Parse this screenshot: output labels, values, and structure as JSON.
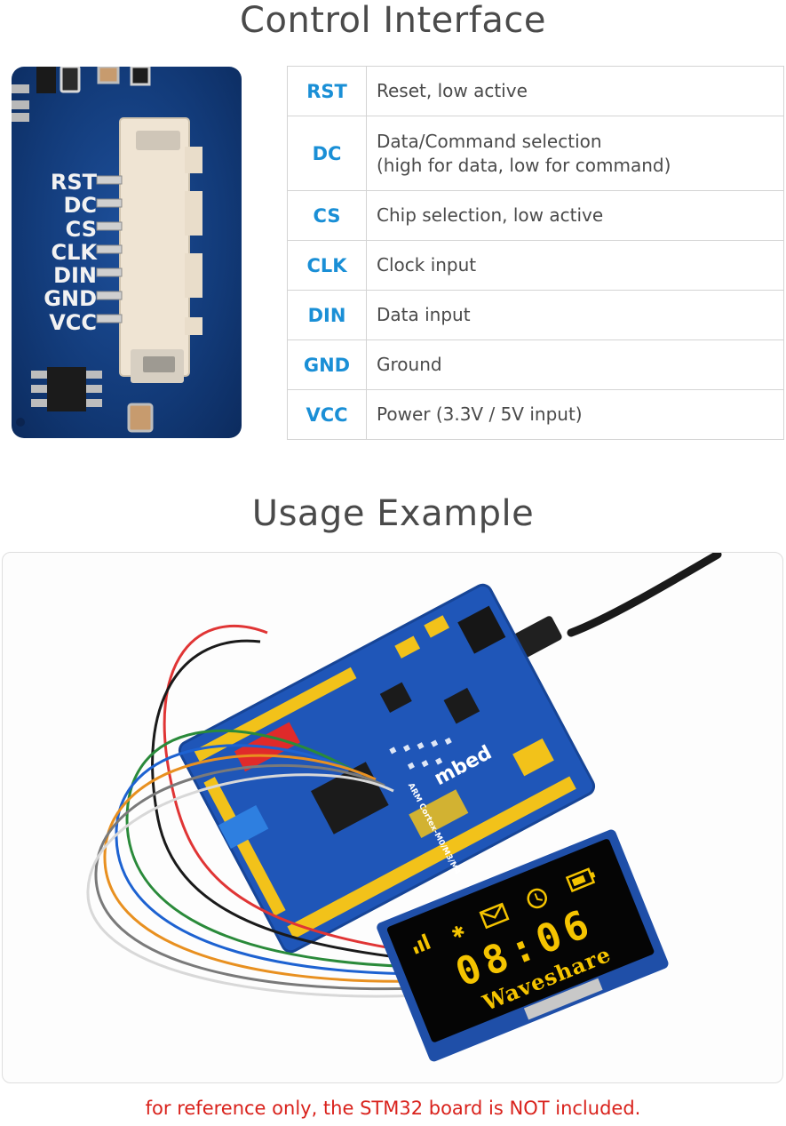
{
  "sections": {
    "control_title": "Control Interface",
    "usage_title": "Usage Example"
  },
  "pcb_labels": [
    "RST",
    "DC",
    "CS",
    "CLK",
    "DIN",
    "GND",
    "VCC"
  ],
  "pins": [
    {
      "name": "RST",
      "desc_lines": [
        "Reset, low active"
      ]
    },
    {
      "name": "DC",
      "desc_lines": [
        "Data/Command selection",
        "(high for data, low for command)"
      ]
    },
    {
      "name": "CS",
      "desc_lines": [
        "Chip selection, low active"
      ]
    },
    {
      "name": "CLK",
      "desc_lines": [
        "Clock input"
      ]
    },
    {
      "name": "DIN",
      "desc_lines": [
        "Data input"
      ]
    },
    {
      "name": "GND",
      "desc_lines": [
        "Ground"
      ]
    },
    {
      "name": "VCC",
      "desc_lines": [
        "Power (3.3V / 5V input)"
      ]
    }
  ],
  "photo": {
    "board_labels": [
      "mbed",
      "ARM Cortex-M0/M3/M4"
    ],
    "oled_time": "08:06",
    "oled_brand": "Waveshare",
    "oled_icons": [
      "signal-icon",
      "bluetooth-icon",
      "mail-icon",
      "clock-icon",
      "battery-icon"
    ],
    "colors": {
      "board": "#1f56b8",
      "oled_text": "#f5c400",
      "header_yellow": "#f2c21a",
      "header_red": "#e02a2a"
    }
  },
  "footnote": "for reference only, the STM32 board is NOT included."
}
